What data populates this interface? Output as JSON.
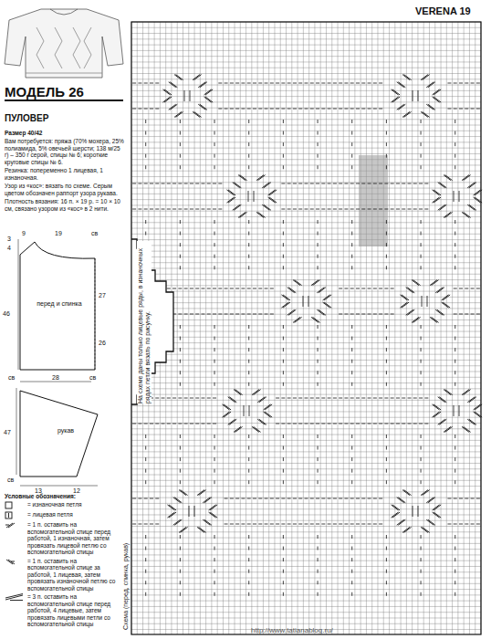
{
  "diagram": {
    "title": "МОДЕЛЬ 26",
    "nodes": [
      {
        "text": [
          "перед и спинка"
        ]
      },
      {
        "text": [
          "рукав"
        ]
      }
    ],
    "labels": [
      "VERENA 19",
      "ПУЛОВЕР",
      "Размер 40/42",
      "Вам потребуется: пряжа (70% мохера, 25% полиамида, 5% овечьей шерсти; 138 м/25 г) – 350 г серой, спицы № 6; короткие круговые спицы № 6.",
      "Резинка: попеременно 1 лицевая, 1 изнаночная.",
      "Узор из «кос»: вязать по схеме. Серым цветом обозначен раппорт узора рукава.",
      "Плотность вязания: 16 п. × 19 р. = 10 × 10 см, связано узором из «кос» в 2 нити.",
      "3",
      "4",
      "9",
      "19",
      "св",
      "27",
      "46",
      "26",
      "св",
      "28",
      "св",
      "47",
      "св",
      "13",
      "12",
      "Условные обозначения:",
      "На схеме даны только лицевые ряды, в изнаночных рядах петли вязать по рисунку.",
      "Схема (перед, спинка, рукав)",
      "http://www.tatianablog.ru/"
    ],
    "legend": [
      {
        "text": "= изнаночная петля"
      },
      {
        "text": "= лицевая петля"
      },
      {
        "text": "= 1 п. оставить на вспомогательной спице перед работой, 1 изнаночная, затем провязать лицевой петлю со вспомогательной спицы"
      },
      {
        "text": "= 1 п. оставить на вспомогательной спице за работой, 1 лицевая, затем провязать изнаночной петлю со вспомогательной спицы"
      },
      {
        "text": "= 3 п. оставить на вспомогательной спице перед работой, 4 лицевые, затем провязать лицевыми петли со вспомогательной спицы"
      }
    ]
  }
}
